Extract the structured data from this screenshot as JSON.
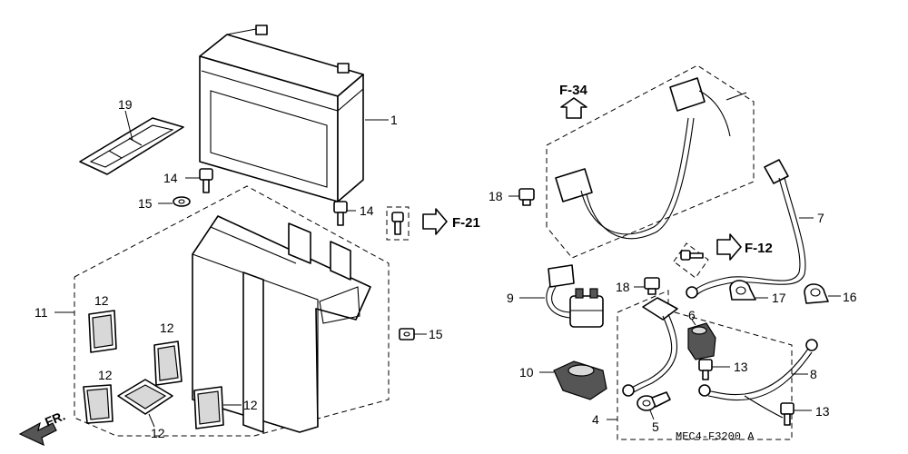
{
  "diagram_code": "MEC4-F3200 A",
  "direction_label": "FR.",
  "refs": {
    "f34": "F-34",
    "f21": "F-21",
    "f12": "F-12"
  },
  "callouts": {
    "c1": "1",
    "c4": "4",
    "c5": "5",
    "c6": "6",
    "c7": "7",
    "c8": "8",
    "c9": "9",
    "c10": "10",
    "c11": "11",
    "c12a": "12",
    "c12b": "12",
    "c12c": "12",
    "c12d": "12",
    "c12e": "12",
    "c13a": "13",
    "c13b": "13",
    "c14a": "14",
    "c14b": "14",
    "c15a": "15",
    "c15b": "15",
    "c16": "16",
    "c17": "17",
    "c18a": "18",
    "c18b": "18",
    "c19": "19"
  }
}
